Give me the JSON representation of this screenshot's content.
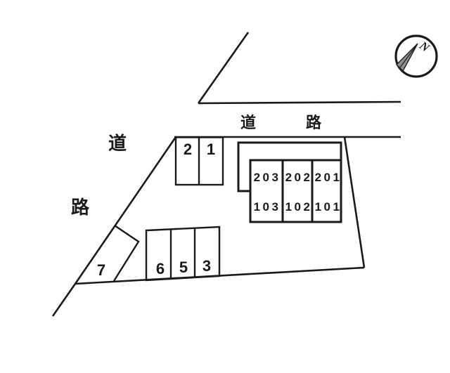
{
  "colors": {
    "background": "#ffffff",
    "line": "#1a1a1a",
    "compass_needle_fill": "#909090"
  },
  "compass": {
    "north_label": "N"
  },
  "roads": {
    "top": {
      "label_part1": "道",
      "label_part2": "路"
    },
    "left": {
      "label_part1": "道",
      "label_part2": "路"
    }
  },
  "building": {
    "floor2_units": [
      "203",
      "202",
      "201"
    ],
    "floor1_units": [
      "103",
      "102",
      "101"
    ]
  },
  "parking": {
    "upper_stalls": [
      "2",
      "1"
    ],
    "lower_stalls": [
      "6",
      "5",
      "3"
    ],
    "angled_stall": "7"
  }
}
